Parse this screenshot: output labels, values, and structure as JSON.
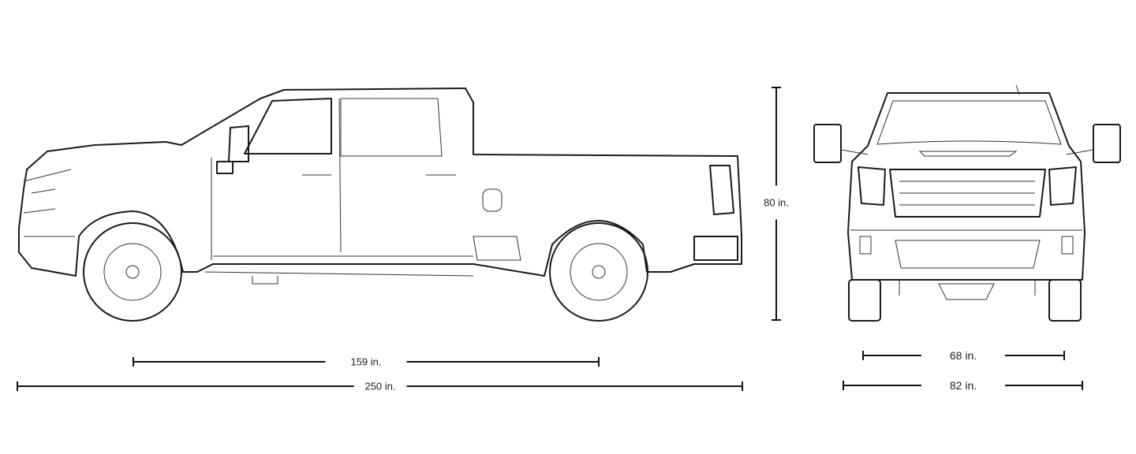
{
  "dimensions": {
    "wheelbase": "159 in.",
    "overall_length": "250 in.",
    "overall_height": "80 in.",
    "track_width": "68 in.",
    "overall_width": "82 in."
  },
  "colors": {
    "line": "#1a1a1a",
    "background": "#ffffff"
  }
}
